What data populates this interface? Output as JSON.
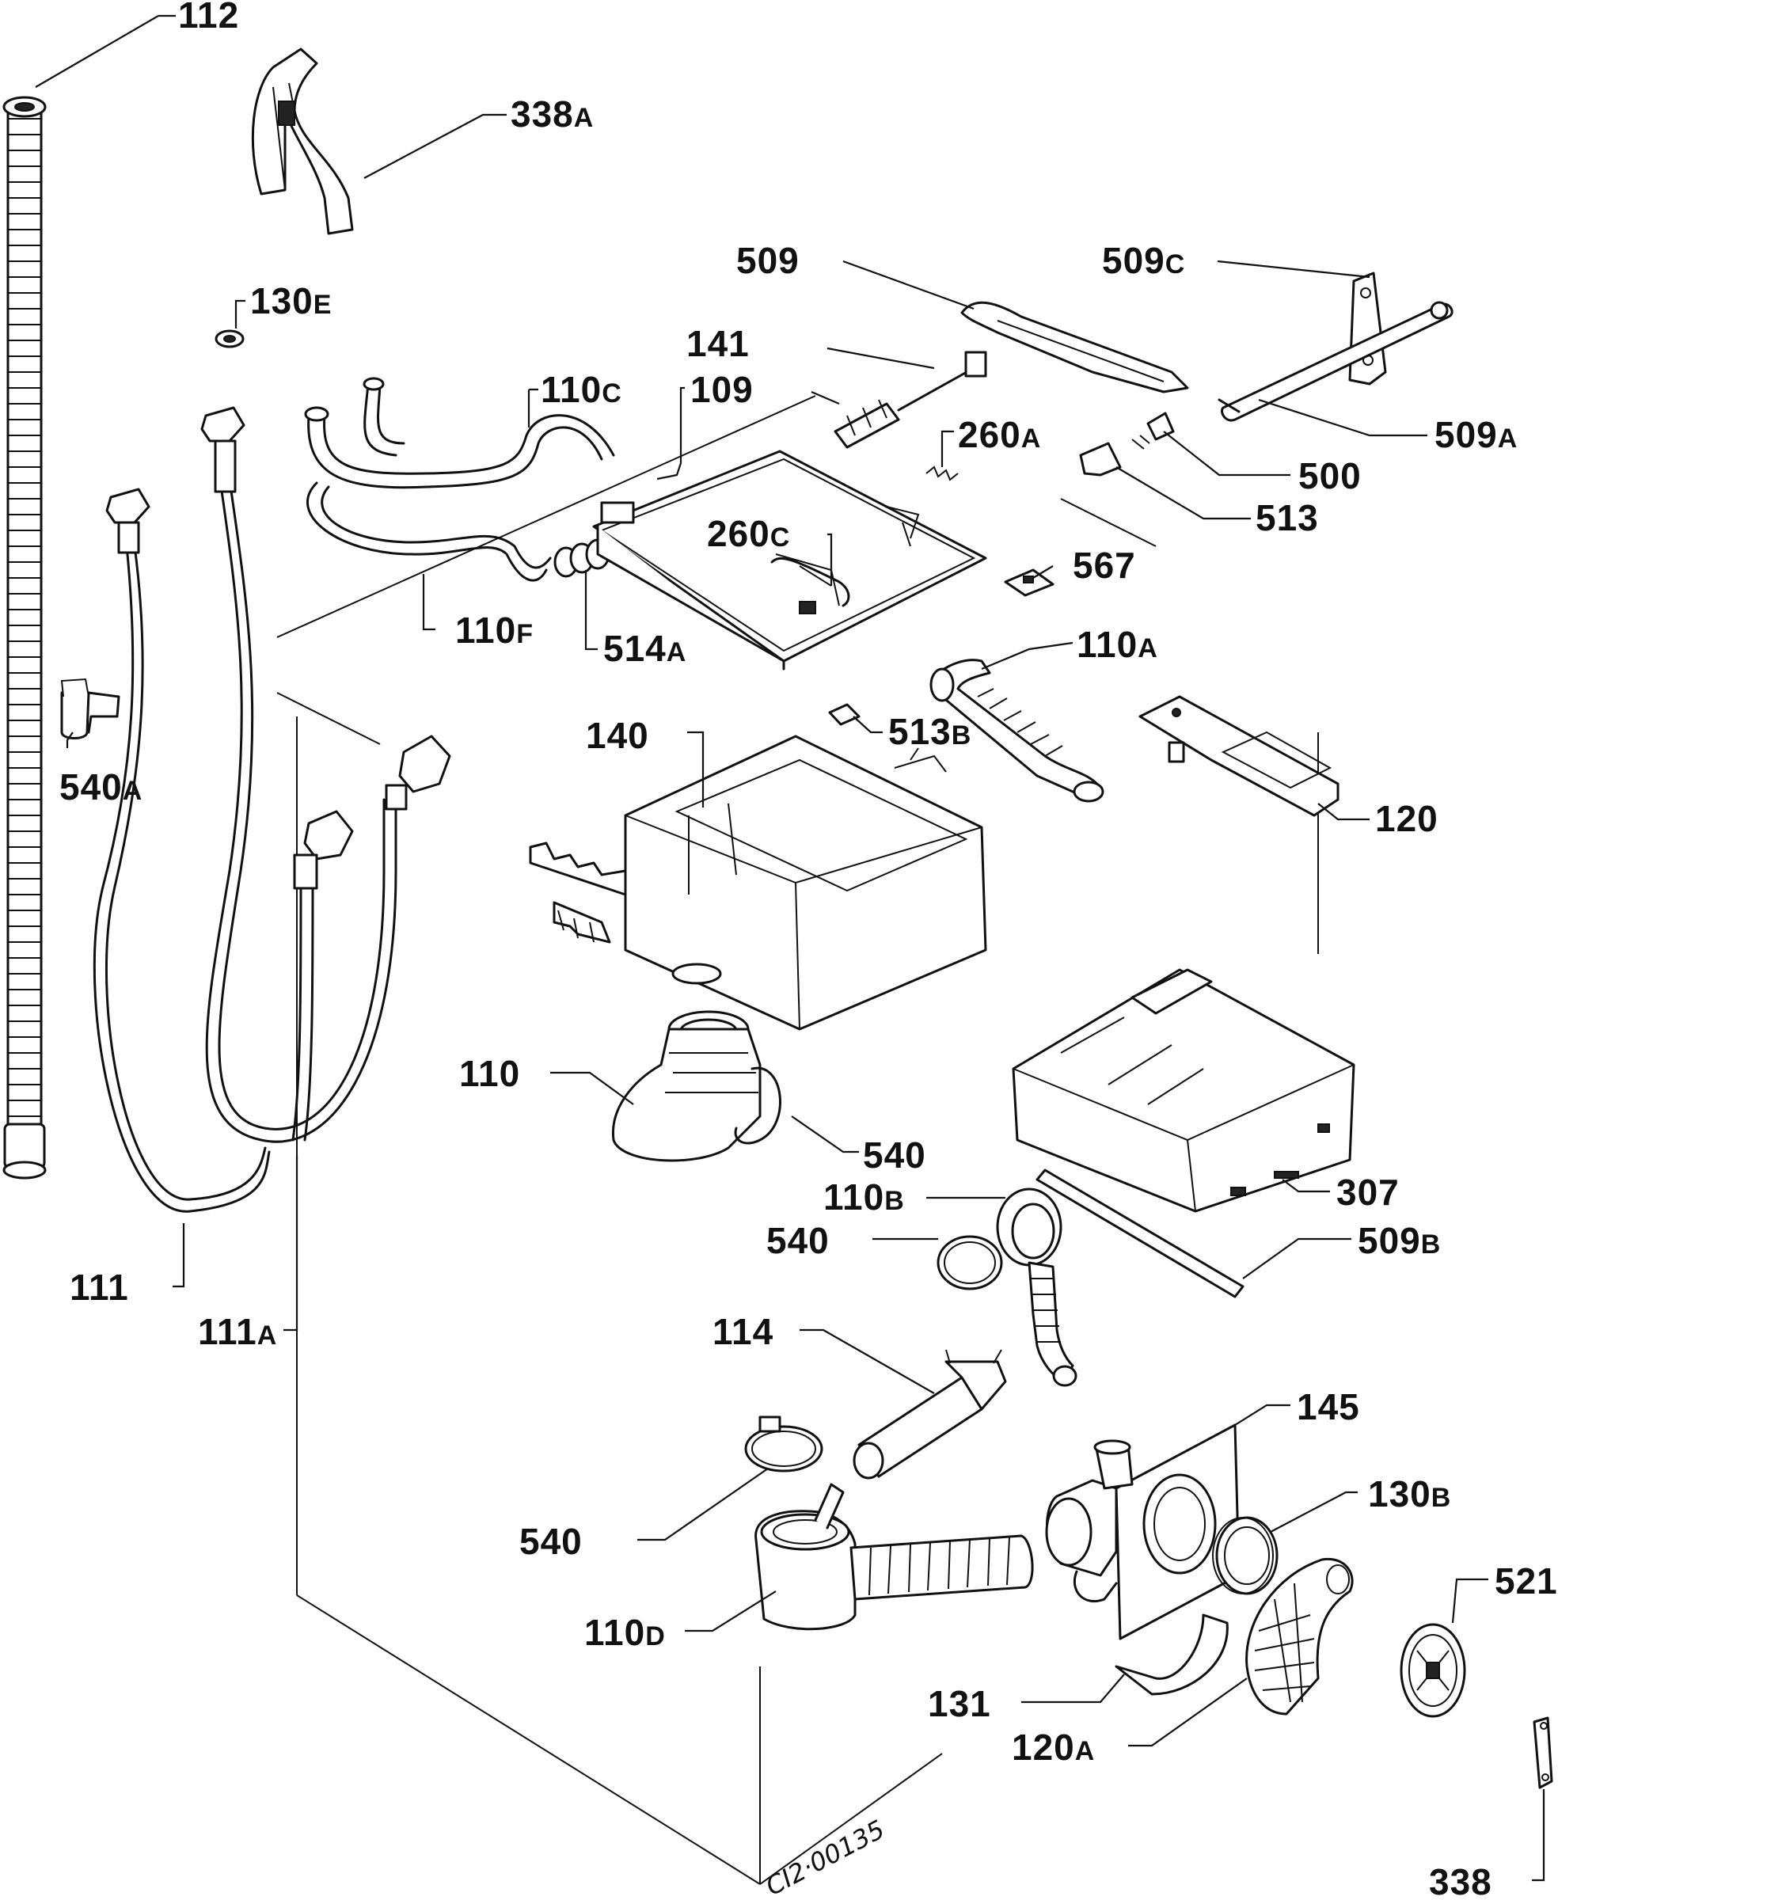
{
  "drawing_code": "CI2·00135",
  "labels": {
    "l112": {
      "num": "112"
    },
    "l338a": {
      "num": "338",
      "suf": "A"
    },
    "l130e": {
      "num": "130",
      "suf": "E"
    },
    "l509": {
      "num": "509"
    },
    "l509c": {
      "num": "509",
      "suf": "C"
    },
    "l141": {
      "num": "141"
    },
    "l110c": {
      "num": "110",
      "suf": "C"
    },
    "l109": {
      "num": "109"
    },
    "l260a": {
      "num": "260",
      "suf": "A"
    },
    "l509a": {
      "num": "509",
      "suf": "A"
    },
    "l500": {
      "num": "500"
    },
    "l513": {
      "num": "513"
    },
    "l260c": {
      "num": "260",
      "suf": "C"
    },
    "l567": {
      "num": "567"
    },
    "l110f": {
      "num": "110",
      "suf": "F"
    },
    "l514a": {
      "num": "514",
      "suf": "A"
    },
    "l110a": {
      "num": "110",
      "suf": "A"
    },
    "l540a": {
      "num": "540",
      "suf": "A"
    },
    "l140": {
      "num": "140"
    },
    "l513b": {
      "num": "513",
      "suf": "B"
    },
    "l120": {
      "num": "120"
    },
    "l110": {
      "num": "110"
    },
    "l540_1": {
      "num": "540"
    },
    "l307": {
      "num": "307"
    },
    "l110b": {
      "num": "110",
      "suf": "B"
    },
    "l540_2": {
      "num": "540"
    },
    "l509b": {
      "num": "509",
      "suf": "B"
    },
    "l111": {
      "num": "111"
    },
    "l111a": {
      "num": "111",
      "suf": "A"
    },
    "l114": {
      "num": "114"
    },
    "l145": {
      "num": "145"
    },
    "l130b": {
      "num": "130",
      "suf": "B"
    },
    "l540_3": {
      "num": "540"
    },
    "l521": {
      "num": "521"
    },
    "l110d": {
      "num": "110",
      "suf": "D"
    },
    "l131": {
      "num": "131"
    },
    "l120a": {
      "num": "120",
      "suf": "A"
    },
    "l338": {
      "num": "338"
    }
  }
}
